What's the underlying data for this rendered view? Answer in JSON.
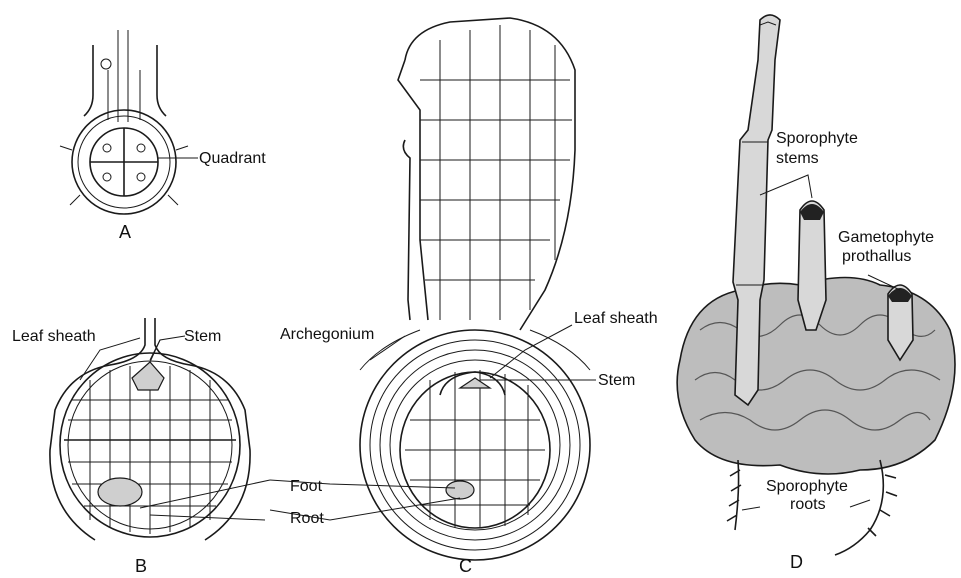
{
  "panels": {
    "a": "A",
    "b": "B",
    "c": "C",
    "d": "D"
  },
  "labels": {
    "quadrant": "Quadrant",
    "leaf_sheath_b": "Leaf sheath",
    "stem_b": "Stem",
    "archegonium": "Archegonium",
    "leaf_sheath_c": "Leaf sheath",
    "stem_c": "Stem",
    "foot": "Foot",
    "root": "Root",
    "sporophyte_stems_1": "Sporophyte",
    "sporophyte_stems_2": "stems",
    "gametophyte_1": "Gametophyte",
    "gametophyte_2": "prothallus",
    "sporophyte_roots_1": "Sporophyte",
    "sporophyte_roots_2": "roots"
  }
}
